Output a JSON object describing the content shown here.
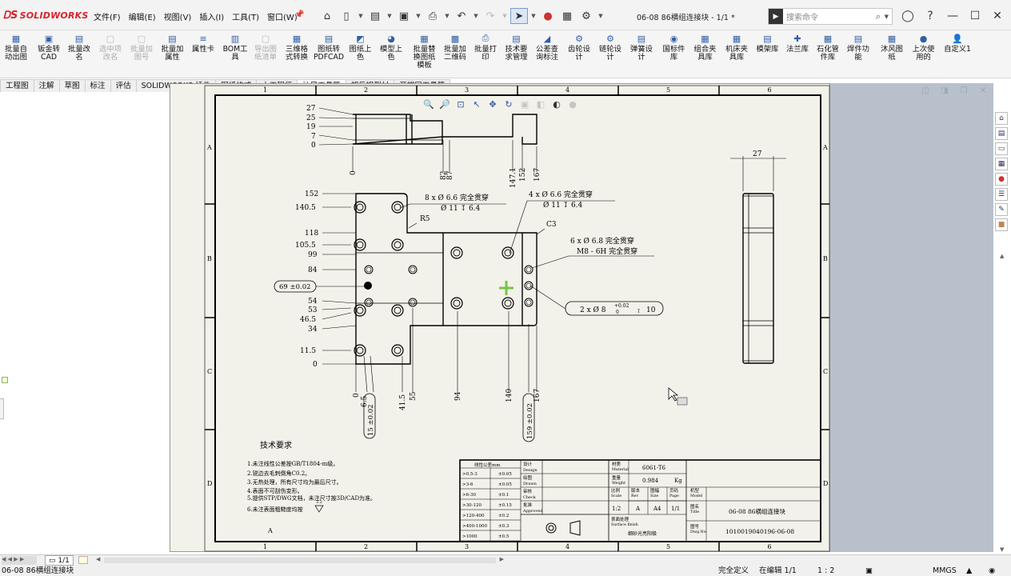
{
  "app": {
    "name": "SOLIDWORKS",
    "document_title": "06-08 86横组连接块 - 1/1 *"
  },
  "menus": [
    "文件(F)",
    "编辑(E)",
    "视图(V)",
    "插入(I)",
    "工具(T)",
    "窗口(W)"
  ],
  "search": {
    "placeholder": "搜索命令"
  },
  "ribbon": [
    {
      "label": "批量自\n动出图",
      "icon": "batch-drawing-icon",
      "disabled": false
    },
    {
      "label": "钣金转\nCAD",
      "icon": "sheetmetal-cad-icon",
      "disabled": false
    },
    {
      "label": "批量改\n名",
      "icon": "batch-rename-icon",
      "disabled": false
    },
    {
      "label": "选中项\n改名",
      "icon": "rename-selected-icon",
      "disabled": true
    },
    {
      "label": "批量加\n图号",
      "icon": "batch-number-icon",
      "disabled": true
    },
    {
      "label": "批量加\n属性",
      "icon": "batch-property-icon",
      "disabled": false
    },
    {
      "label": "属性卡",
      "icon": "property-card-icon",
      "disabled": false
    },
    {
      "label": "BOM工\n具",
      "icon": "bom-icon",
      "disabled": false
    },
    {
      "label": "导出图\n纸清单",
      "icon": "export-list-icon",
      "disabled": true
    },
    {
      "label": "三维格\n式转换",
      "icon": "convert-3d-icon",
      "disabled": false
    },
    {
      "label": "图纸转\nPDFCAD",
      "icon": "pdf-cad-icon",
      "disabled": false
    },
    {
      "label": "图纸上\n色",
      "icon": "drawing-color-icon",
      "disabled": false
    },
    {
      "label": "模型上\n色",
      "icon": "model-color-icon",
      "disabled": false
    },
    {
      "label": "批量替\n换图纸\n模板",
      "icon": "replace-template-icon",
      "disabled": false
    },
    {
      "label": "批量加\n二维码",
      "icon": "qrcode-icon",
      "disabled": false
    },
    {
      "label": "批量打\n印",
      "icon": "print-icon",
      "disabled": false
    },
    {
      "label": "技术要\n求管理",
      "icon": "tech-req-icon",
      "disabled": false
    },
    {
      "label": "公差查\n询标注",
      "icon": "tolerance-icon",
      "disabled": false
    },
    {
      "label": "齿轮设\n计",
      "icon": "gear-design-icon",
      "disabled": false
    },
    {
      "label": "链轮设\n计",
      "icon": "sprocket-icon",
      "disabled": false
    },
    {
      "label": "弹簧设\n计",
      "icon": "spring-icon",
      "disabled": false
    },
    {
      "label": "国标件\n库",
      "icon": "standard-lib-icon",
      "disabled": false
    },
    {
      "label": "组合夹\n具库",
      "icon": "fixture-lib-icon",
      "disabled": false
    },
    {
      "label": "机床夹\n具库",
      "icon": "machine-fixture-icon",
      "disabled": false
    },
    {
      "label": "模架库",
      "icon": "mold-base-icon",
      "disabled": false
    },
    {
      "label": "法兰库",
      "icon": "flange-icon",
      "disabled": false
    },
    {
      "label": "石化管\n件库",
      "icon": "pipe-fitting-icon",
      "disabled": false
    },
    {
      "label": "焊件功\n能",
      "icon": "weldment-icon",
      "disabled": false
    },
    {
      "label": "沐风图\n纸",
      "icon": "mufeng-drawing-icon",
      "disabled": false
    },
    {
      "label": "上次使\n用的",
      "icon": "recent-icon",
      "disabled": false
    },
    {
      "label": "自定义1",
      "icon": "custom-user-icon",
      "disabled": false
    }
  ],
  "cm_tabs": [
    "工程图",
    "注解",
    "草图",
    "标注",
    "评估",
    "SOLIDWORKS 插件",
    "图纸格式",
    "大工程师",
    "沐风工具箱",
    "朗乐铝型材",
    "开拔网工具箱"
  ],
  "cm_active_tab": "沐风工具箱",
  "drawing": {
    "zone_cols": [
      "1",
      "2",
      "3",
      "4",
      "5",
      "6"
    ],
    "zone_rows": [
      "A",
      "B",
      "C",
      "D"
    ],
    "top_view_dims": [
      "27",
      "25",
      "19",
      "7",
      "0"
    ],
    "top_view_xdims": [
      "0",
      "82",
      "87",
      "147.1",
      "152",
      "167"
    ],
    "front_ydims": [
      "152",
      "140.5",
      "118",
      "105.5",
      "99",
      "84",
      "54",
      "53",
      "46.5",
      "34",
      "11.5",
      "0"
    ],
    "front_xdims": [
      "0",
      "6.5",
      "41.5",
      "55",
      "94",
      "140",
      "167"
    ],
    "baseline_boxes": [
      "69 ±0.02",
      "15 ±0.02",
      "159 ±0.02"
    ],
    "side_dim": "27",
    "callout_1": "8 x Ø 6.6 完全贯穿",
    "callout_1b": "Ø 11 ↧ 6.4",
    "callout_2": "4 x Ø 6.6 完全贯穿",
    "callout_2b": "Ø 11 ↧ 6.4",
    "callout_r5": "R5",
    "callout_c3": "C3",
    "callout_3": "6 x Ø 6.8 完全贯穿",
    "callout_3b": "M8 - 6H 完全贯穿",
    "callout_4": "2 x Ø 8",
    "callout_4_tol_up": "+0.02",
    "callout_4_tol_dn": "0",
    "callout_4_depth": "10",
    "tech_title": "技术要求",
    "tech_notes": [
      "1.未注线性公差按GB/T1804-m级。",
      "2.锐边去毛刺倒角C0.2。",
      "3.无热处理，所有尺寸均为最后尺寸。",
      "4.表面不可刮伤变形。",
      "5.提供STP/DWG文档，未注尺寸按3D/CAD为准。",
      "6.未注表面粗糙度均按"
    ],
    "roughness_value": "3.2",
    "a_mark": "A",
    "tolerance_table": {
      "header": "线性公差mm",
      "rows": [
        [
          ">0.5-3",
          "±0.05"
        ],
        [
          ">3-6",
          "±0.05"
        ],
        [
          ">6-30",
          "±0.1"
        ],
        [
          ">30-120",
          "±0.15"
        ],
        [
          ">120-400",
          "±0.2"
        ],
        [
          ">400-1000",
          "±0.3"
        ],
        [
          ">1000",
          "±0.5"
        ]
      ]
    },
    "title_block": {
      "design": "设计\nDesign",
      "drawn": "绘图\nDrawn",
      "check": "审核\nCheck",
      "approved": "批准\nApproved",
      "material_label": "材质\nMaterial",
      "material": "6061-T6",
      "weight_label": "重量\nWeight",
      "weight": "0.984",
      "weight_unit": "Kg",
      "scale_label": "比例\nScale",
      "scale": "1:2",
      "rev_label": "版本\nRev",
      "rev": "A",
      "size_label": "图幅\nSize",
      "size": "A4",
      "page_label": "页码\nPage",
      "page": "1/1",
      "finish_label": "表面处理\nSurface finish",
      "finish": "细砂光亮阳极",
      "model_label": "机型\nModel",
      "title_label": "图名\nTitle",
      "title": "06-08 86横组连接块",
      "dwgno_label": "图号\nDwg.No.",
      "dwgno": "1010019040196-06-08"
    }
  },
  "sheet_tab": "1/1",
  "status": {
    "file": "06-08 86横组连接块",
    "defined": "完全定义",
    "editing": "在编辑 1/1",
    "scale": "1 : 2",
    "units": "MMGS"
  }
}
